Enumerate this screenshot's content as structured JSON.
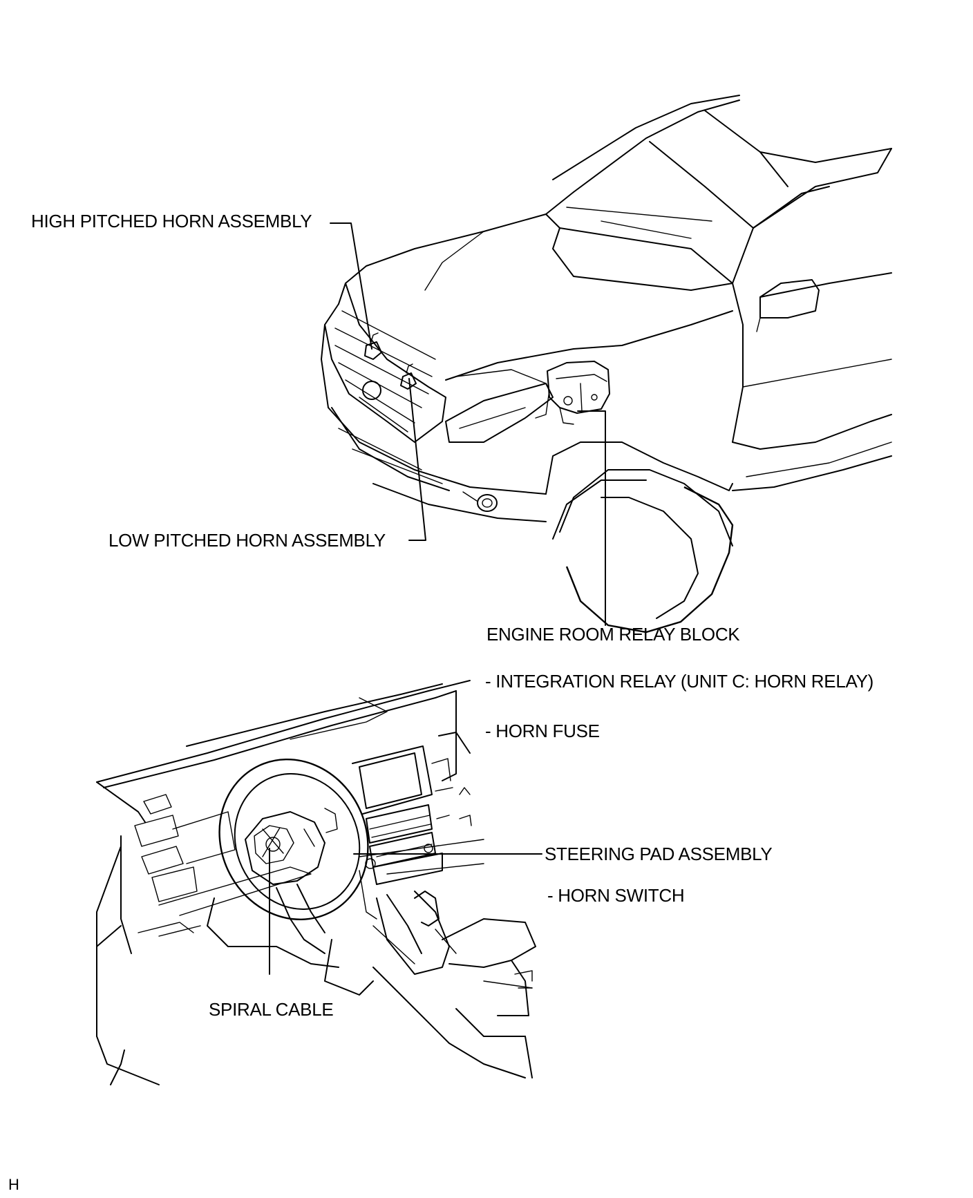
{
  "labels": {
    "high_horn": "HIGH PITCHED HORN ASSEMBLY",
    "low_horn": "LOW PITCHED HORN ASSEMBLY",
    "relay_block": "ENGINE ROOM RELAY BLOCK",
    "integration_relay": "- INTEGRATION RELAY (UNIT C: HORN RELAY)",
    "horn_fuse": "- HORN FUSE",
    "steering_pad": "STEERING PAD ASSEMBLY",
    "horn_switch": "- HORN SWITCH",
    "spiral_cable": "SPIRAL CABLE",
    "corner_mark": "H"
  }
}
